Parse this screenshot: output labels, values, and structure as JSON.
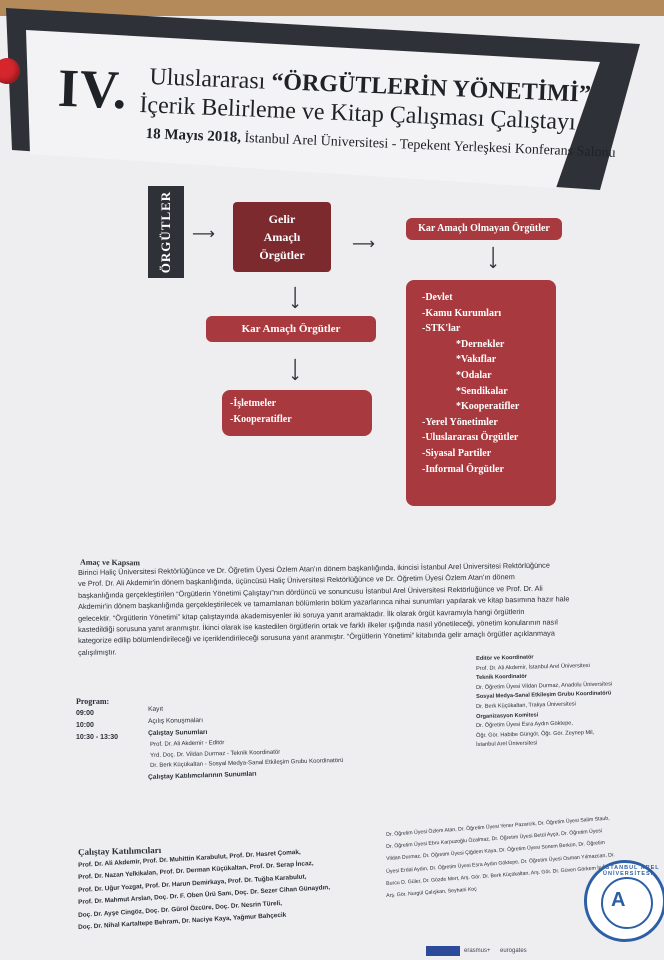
{
  "header": {
    "numeral": "IV.",
    "line1_prefix": "Uluslararası",
    "line1_bold": "“ÖRGÜTLERİN YÖNETİMİ”",
    "line2": "İçerik Belirleme ve Kitap Çalışması Çalıştayı",
    "date": "18 Mayıs 2018,",
    "venue": "İstanbul Arel Üniversitesi - Tepekent Yerleşkesi Konferans Salonu"
  },
  "diagram": {
    "root": "ÖRGÜTLER",
    "gelir": [
      "Gelir",
      "Amaçlı",
      "Örgütler"
    ],
    "kar_amacli": "Kar Amaçlı Örgütler",
    "kar_amacli_olmayan": "Kar Amaçlı Olmayan Örgütler",
    "kar_list": [
      "-İşletmeler",
      "-Kooperatifler"
    ],
    "nonprofit_list": [
      {
        "text": "-Devlet",
        "sub": false
      },
      {
        "text": "-Kamu Kurumları",
        "sub": false
      },
      {
        "text": "-STK'lar",
        "sub": false
      },
      {
        "text": "*Dernekler",
        "sub": true
      },
      {
        "text": "*Vakıflar",
        "sub": true
      },
      {
        "text": "*Odalar",
        "sub": true
      },
      {
        "text": "*Sendikalar",
        "sub": true
      },
      {
        "text": "*Kooperatifler",
        "sub": true
      },
      {
        "text": "-Yerel Yönetimler",
        "sub": false
      },
      {
        "text": "-Uluslararası Örgütler",
        "sub": false
      },
      {
        "text": "-Siyasal Partiler",
        "sub": false
      },
      {
        "text": "-Informal Örgütler",
        "sub": false
      }
    ]
  },
  "amac": {
    "heading": "Amaç ve Kapsam",
    "lines": [
      "Birinci Haliç Üniversitesi Rektörlüğünce ve Dr. Öğretim Üyesi Özlem Atan'ın dönem başkanlığında, ikincisi İstanbul Arel Üniversitesi Rektörlüğünce",
      "ve Prof. Dr. Ali Akdemir'in dönem başkanlığında, üçüncüsü Haliç Üniversitesi Rektörlüğünce ve Dr. Öğretim Üyesi Özlem Atan'ın dönem",
      "başkanlığında gerçekleştirilen “Örgütlerin Yönetimi Çalıştayı”nın dördüncü ve sonuncusu İstanbul Arel Üniversitesi Rektörlüğünce ve Prof. Dr. Ali",
      "Akdemir'in dönem başkanlığında gerçekleştirilecek ve tamamlanan bölümlerin bölüm yazarlarınca nihai sunumları yapılarak ve kitap basımına hazır hale",
      "gelecektir. “Örgütlerin Yönetimi” kitap çalıştayında akademisyenler iki soruya yanıt aramaktadır. İlk olarak örgüt kavramıyla hangi örgütlerin",
      "kastedildiği sorusuna yanıt aranmıştır. İkinci olarak ise kastedilen örgütlerin ortak ve farklı ilkeler ışığında nasıl yönetileceği, yönetim konularının nasıl",
      "kategorize edilip bölümlendirileceği ve içeriklendirileceği sorusuna yanıt aranmıştır. “Örgütlerin Yönetimi” kitabında gelir amaçlı örgütler açıklanmaya",
      "çalışılmıştır."
    ]
  },
  "program": {
    "heading": "Program:",
    "rows": [
      {
        "time": "09:00",
        "text": "Kayıt"
      },
      {
        "time": "10:00",
        "text": "Açılış Konuşmaları"
      },
      {
        "time": "10:30 - 13:30",
        "text": "Çalıştay Sunumları"
      }
    ],
    "presenters": [
      "Prof. Dr. Ali Akdemir - Editör",
      "Yrd. Doç. Dr. Vildan Durmaz - Teknik Koordinatör",
      "Dr. Berk Küçükaltan - Sosyal Medya-Sanal Etkileşim Grubu Koordinatörü"
    ],
    "closing": "Çalıştay Katılımcılarının Sunumları"
  },
  "editor": {
    "lines": [
      {
        "text": "Editör ve Koordinatör",
        "bold": true
      },
      {
        "text": "Prof. Dr. Ali Akdemir, İstanbul Arel Üniversitesi",
        "bold": false
      },
      {
        "text": "Teknik Koordinatör",
        "bold": true
      },
      {
        "text": "Dr. Öğretim Üyesi Vildan Durmaz, Anadolu Üniversitesi",
        "bold": false
      },
      {
        "text": "Sosyal Medya-Sanal Etkileşim Grubu Koordinatörü",
        "bold": true
      },
      {
        "text": "Dr. Berk Küçükaltan, Trakya Üniversitesi",
        "bold": false
      },
      {
        "text": "Organizasyon Komitesi",
        "bold": true
      },
      {
        "text": "Dr. Öğretim Üyesi Esra Aydın Göktepe,",
        "bold": false
      },
      {
        "text": "Öğr. Gör. Habibe Güngör, Öğr. Gör. Zeynep Mil,",
        "bold": false
      },
      {
        "text": "İstanbul Arel Üniversitesi",
        "bold": false
      }
    ]
  },
  "participants": {
    "heading": "Çalıştay Katılımcıları",
    "left": [
      "Prof. Dr. Ali Akdemir, Prof. Dr. Muhittin Karabulut, Prof. Dr. Hasret Çomak,",
      "Prof. Dr. Nazan Yelkikalan, Prof. Dr. Derman Küçükaltan, Prof. Dr. Serap İncaz,",
      "Prof. Dr. Uğur Yozgat, Prof. Dr. Harun Demirkaya, Prof. Dr. Tuğba Karabulut,",
      "Prof. Dr. Mahmut Arslan, Doç. Dr. F. Oben Ürü Sanı, Doç. Dr. Sezer Cihan Günaydın,",
      "Doç. Dr. Ayşe Cingöz, Doç. Dr. Gürol Özcüre, Doç. Dr. Nesrin Türeli,",
      "Doç. Dr. Nihal Kartaltepe Behram, Dr. Naciye Kaya, Yağmur Bahçecik"
    ],
    "right": [
      "Dr. Öğretim Üyesi Özlem Atan, Dr. Öğretim Üyesi Yener Pazarcık, Dr. Öğretim Üyesi Salim Staub,",
      "Dr. Öğretim Üyesi Ebru Karpuzoğlu Özalmaz, Dr. Öğretim Üyesi Betül Ayça, Dr. Öğretim Üyesi",
      "Vildan Durmaz, Dr. Öğretim Üyesi Çiğdem Kaya, Dr. Öğretim Üyesi Sonem Berkün, Dr. Öğretim",
      "Üyesi Erdal Aydın, Dr. Öğretim Üyesi Esra Aydın Göktepe, Dr. Öğretim Üyesi Osman Yılmazcan, Dr.",
      "Burcu D. Güler, Dr. Gözde Mert, Arş. Gör. Dr. Berk Küçükaltan, Arş. Gör. Dr. Güven Görkem İnan,",
      "Arş. Gör. Nurgül Çalışkan, Seyhani Koç"
    ]
  },
  "logo": {
    "ring_text": "İSTANBUL AREL ÜNİVERSİTESİ"
  },
  "footer": {
    "logos": [
      "erasmus+",
      "eurogates"
    ]
  },
  "colors": {
    "banner": "#2e3137",
    "red": "#a83a3f",
    "dark_red": "#7d2a2f",
    "paper": "#eeeef1",
    "cork": "#b48a5a",
    "logo_blue": "#2d5fa6"
  }
}
